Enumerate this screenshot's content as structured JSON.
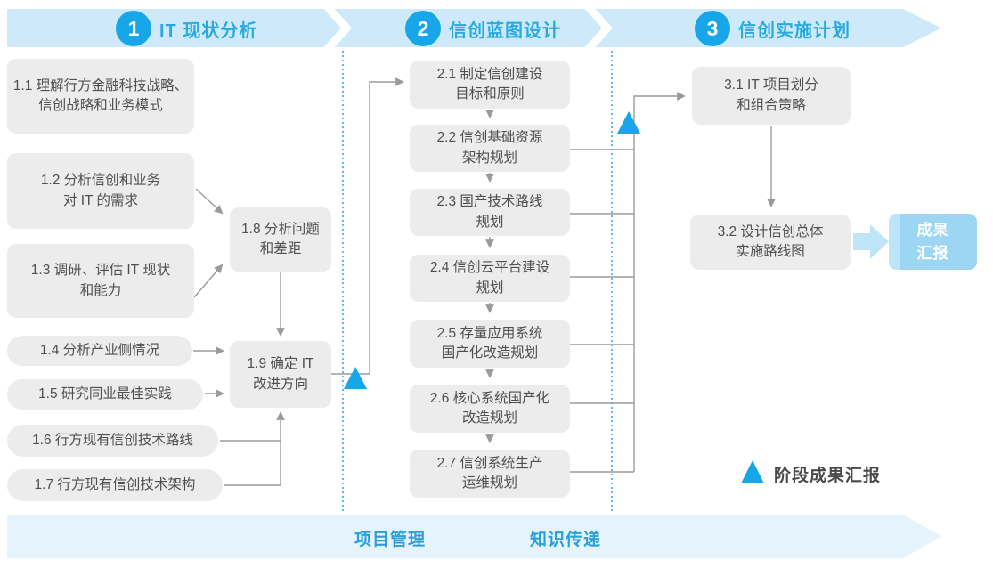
{
  "phases": {
    "p1": {
      "number": "1",
      "title": "IT 现状分析"
    },
    "p2": {
      "number": "2",
      "title": "信创蓝图设计"
    },
    "p3": {
      "number": "3",
      "title": "信创实施计划"
    }
  },
  "boxes": {
    "b11": "1.1 理解行方金融科技战略、\n信创战略和业务模式",
    "b12": "1.2 分析信创和业务\n对 IT 的需求",
    "b13": "1.3 调研、评估 IT 现状\n和能力",
    "b14": "1.4 分析产业侧情况",
    "b15": "1.5 研究同业最佳实践",
    "b16": "1.6 行方现有信创技术路线",
    "b17": "1.7 行方现有信创技术架构",
    "b18": "1.8 分析问题\n和差距",
    "b19": "1.9 确定 IT\n改进方向",
    "b21": "2.1 制定信创建设\n目标和原则",
    "b22": "2.2 信创基础资源\n架构规划",
    "b23": "2.3 国产技术路线\n规划",
    "b24": "2.4 信创云平台建设\n规划",
    "b25": "2.5 存量应用系统\n国产化改造规划",
    "b26": "2.6 核心系统国产化\n改造规划",
    "b27": "2.7 信创系统生产\n运维规划",
    "b31": "3.1 IT 项目划分\n和组合策略",
    "b32": "3.2 设计信创总体\n实施路线图"
  },
  "result_box": {
    "label": "成果\n汇报"
  },
  "footer": {
    "left_label": "项目管理",
    "right_label": "知识传递"
  },
  "legend": {
    "label": "阶段成果汇报"
  },
  "colors": {
    "accent_blue": "#17a6e8",
    "header_text_blue": "#29abe2",
    "band_blue": "#cde9fa",
    "footer_band_blue": "#e4f3fc",
    "box_gray": "#ececec",
    "box_text_gray": "#4f4f4f",
    "line_gray": "#9b9b9b",
    "result_box_blue": "#9cd6f2",
    "footer_text_blue": "#2a9fdb"
  }
}
